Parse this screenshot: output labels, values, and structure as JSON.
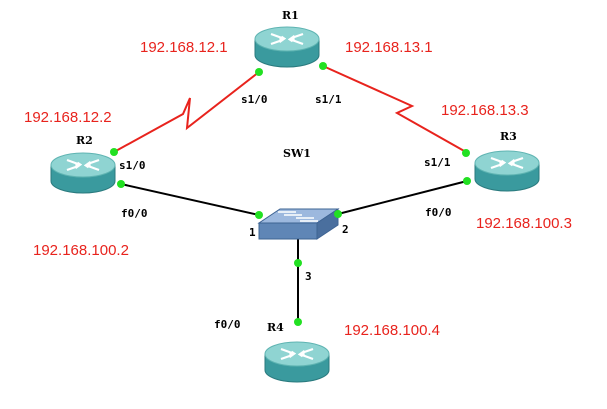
{
  "colors": {
    "ip_text": "#e8231d",
    "link_red": "#e8231d",
    "link_black": "#000000",
    "port_dot": "#22e022",
    "router_body": "#3a9a9e",
    "router_top": "#8fd4d2",
    "switch_body": "#5f86b6"
  },
  "devices": {
    "r1": {
      "name": "R1",
      "icon": "router-icon"
    },
    "r2": {
      "name": "R2",
      "icon": "router-icon"
    },
    "r3": {
      "name": "R3",
      "icon": "router-icon"
    },
    "r4": {
      "name": "R4",
      "icon": "router-icon"
    },
    "sw1": {
      "name": "SW1",
      "icon": "switch-icon"
    }
  },
  "ports": {
    "r1_s10": "s1/0",
    "r1_s11": "s1/1",
    "r2_s10": "s1/0",
    "r2_f00": "f0/0",
    "r3_s11": "s1/1",
    "r3_f00": "f0/0",
    "r4_f00": "f0/0",
    "sw_1": "1",
    "sw_2": "2",
    "sw_3": "3"
  },
  "ip_addresses": {
    "r1_s10": "192.168.12.1",
    "r1_s11": "192.168.13.1",
    "r2_s10": "192.168.12.2",
    "r3_s11": "192.168.13.3",
    "r2_f00": "192.168.100.2",
    "r3_f00": "192.168.100.3",
    "r4_f00": "192.168.100.4"
  }
}
